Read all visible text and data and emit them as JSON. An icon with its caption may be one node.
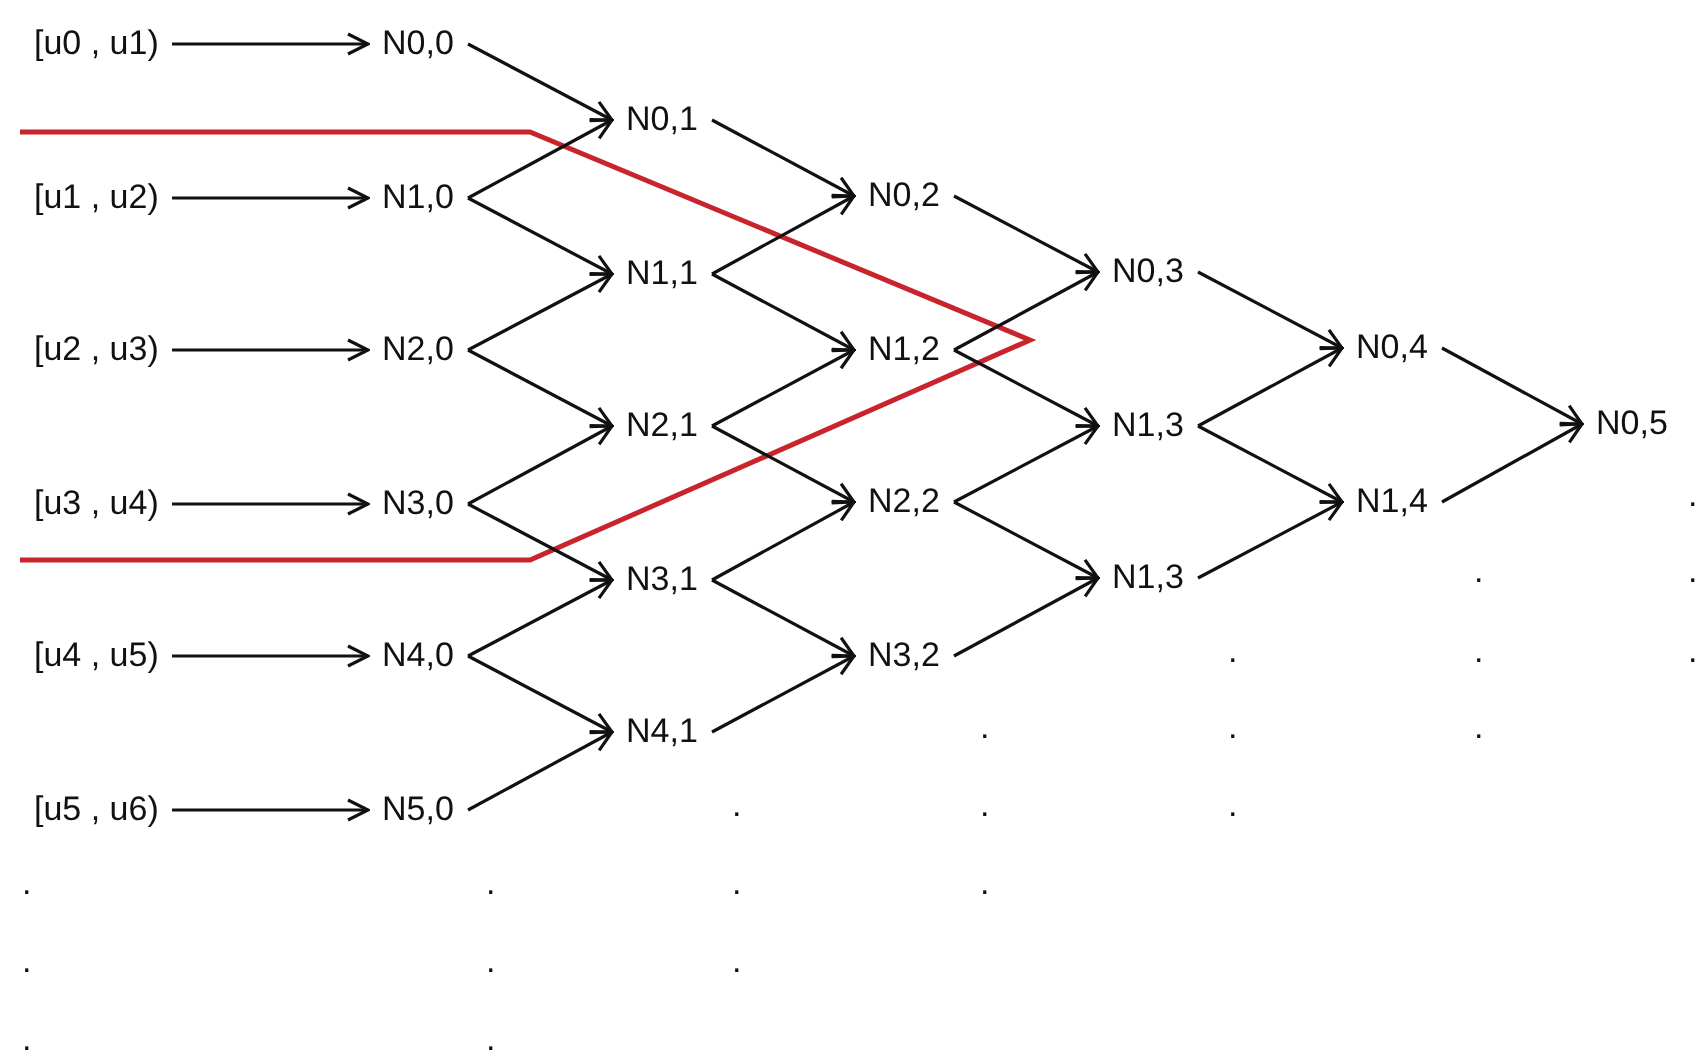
{
  "diagram": {
    "nodes": [
      {
        "text": [
          "[u0 , u1)"
        ]
      },
      {
        "text": [
          "[u1 , u2)"
        ]
      },
      {
        "text": [
          "[u2 , u3)"
        ]
      },
      {
        "text": [
          "[u3 , u4)"
        ]
      },
      {
        "text": [
          "[u4 , u5)"
        ]
      },
      {
        "text": [
          "[u5 , u6)"
        ]
      },
      {
        "text": [
          "N0,0"
        ]
      },
      {
        "text": [
          "N1,0"
        ]
      },
      {
        "text": [
          "N2,0"
        ]
      },
      {
        "text": [
          "N3,0"
        ]
      },
      {
        "text": [
          "N4,0"
        ]
      },
      {
        "text": [
          "N5,0"
        ]
      },
      {
        "text": [
          "N0,1"
        ]
      },
      {
        "text": [
          "N1,1"
        ]
      },
      {
        "text": [
          "N2,1"
        ]
      },
      {
        "text": [
          "N3,1"
        ]
      },
      {
        "text": [
          "N4,1"
        ]
      },
      {
        "text": [
          "N0,2"
        ]
      },
      {
        "text": [
          "N1,2"
        ]
      },
      {
        "text": [
          "N2,2"
        ]
      },
      {
        "text": [
          "N3,2"
        ]
      },
      {
        "text": [
          "N0,3"
        ]
      },
      {
        "text": [
          "N1,3"
        ]
      },
      {
        "text": [
          "N1,3"
        ]
      },
      {
        "text": [
          "N0,4"
        ]
      },
      {
        "text": [
          "N1,4"
        ]
      },
      {
        "text": [
          "N0,5"
        ]
      }
    ],
    "edges": [
      {
        "from": 0,
        "to": 6,
        "arrow": "to"
      },
      {
        "from": 1,
        "to": 7,
        "arrow": "to"
      },
      {
        "from": 2,
        "to": 8,
        "arrow": "to"
      },
      {
        "from": 3,
        "to": 9,
        "arrow": "to"
      },
      {
        "from": 4,
        "to": 10,
        "arrow": "to"
      },
      {
        "from": 5,
        "to": 11,
        "arrow": "to"
      },
      {
        "from": 6,
        "to": 12,
        "arrow": "to"
      },
      {
        "from": 7,
        "to": 12,
        "arrow": "to"
      },
      {
        "from": 7,
        "to": 13,
        "arrow": "to"
      },
      {
        "from": 8,
        "to": 13,
        "arrow": "to"
      },
      {
        "from": 8,
        "to": 14,
        "arrow": "to"
      },
      {
        "from": 9,
        "to": 14,
        "arrow": "to"
      },
      {
        "from": 9,
        "to": 15,
        "arrow": "to"
      },
      {
        "from": 10,
        "to": 15,
        "arrow": "to"
      },
      {
        "from": 10,
        "to": 16,
        "arrow": "to"
      },
      {
        "from": 11,
        "to": 16,
        "arrow": "to"
      },
      {
        "from": 12,
        "to": 17,
        "arrow": "to"
      },
      {
        "from": 13,
        "to": 17,
        "arrow": "to"
      },
      {
        "from": 13,
        "to": 18,
        "arrow": "to"
      },
      {
        "from": 14,
        "to": 18,
        "arrow": "to"
      },
      {
        "from": 14,
        "to": 19,
        "arrow": "to"
      },
      {
        "from": 15,
        "to": 19,
        "arrow": "to"
      },
      {
        "from": 15,
        "to": 20,
        "arrow": "to"
      },
      {
        "from": 16,
        "to": 20,
        "arrow": "to"
      },
      {
        "from": 17,
        "to": 21,
        "arrow": "to"
      },
      {
        "from": 18,
        "to": 21,
        "arrow": "to"
      },
      {
        "from": 18,
        "to": 22,
        "arrow": "to"
      },
      {
        "from": 19,
        "to": 22,
        "arrow": "to"
      },
      {
        "from": 19,
        "to": 23,
        "arrow": "to"
      },
      {
        "from": 20,
        "to": 23,
        "arrow": "to"
      },
      {
        "from": 21,
        "to": 24,
        "arrow": "to"
      },
      {
        "from": 22,
        "to": 24,
        "arrow": "to"
      },
      {
        "from": 22,
        "to": 25,
        "arrow": "to"
      },
      {
        "from": 23,
        "to": 25,
        "arrow": "to"
      },
      {
        "from": 24,
        "to": 26,
        "arrow": "to"
      },
      {
        "from": 25,
        "to": 26,
        "arrow": "to"
      }
    ],
    "labels": [
      ".",
      ".",
      ".",
      ".",
      ".",
      ".",
      ".",
      ".",
      ".",
      ".",
      ".",
      ".",
      ".",
      ".",
      ".",
      ".",
      ".",
      ".",
      ".",
      ".",
      "."
    ]
  }
}
